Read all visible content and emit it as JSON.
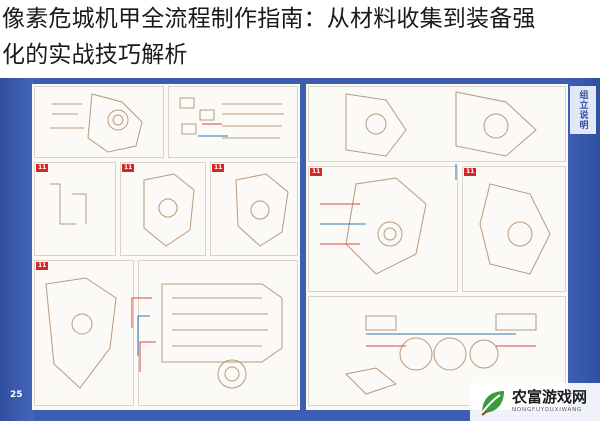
{
  "article": {
    "title_line1": "像素危城机甲全流程制作指南：从材料收集到装备强",
    "title_line2": "化的实战技巧解析"
  },
  "manual": {
    "side_tab": "组立说明",
    "page_number": "25",
    "steps": [
      "11",
      "11",
      "11",
      "11",
      "11",
      "11"
    ]
  },
  "watermark": {
    "name": "农富游戏网",
    "url": "NONGFUYOUXIWANG"
  }
}
